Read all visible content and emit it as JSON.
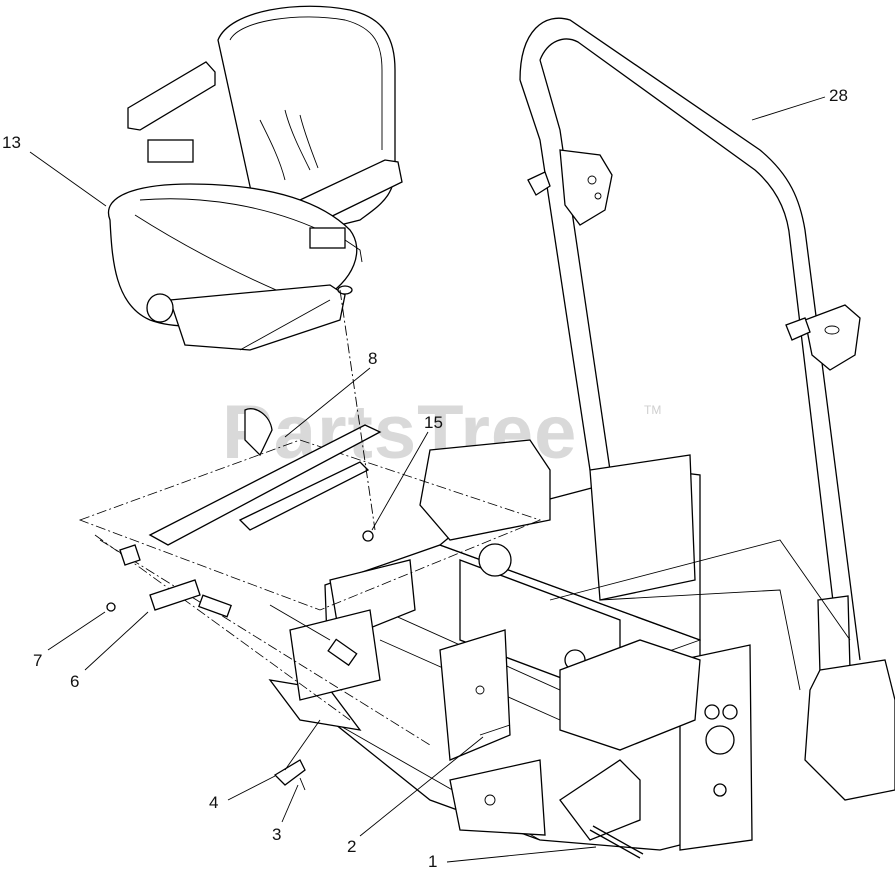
{
  "watermark": {
    "text": "PartsTree",
    "mark": "TM"
  },
  "callouts": [
    {
      "id": "1",
      "text": "1"
    },
    {
      "id": "2",
      "text": "2"
    },
    {
      "id": "3",
      "text": "3"
    },
    {
      "id": "4",
      "text": "4"
    },
    {
      "id": "6",
      "text": "6"
    },
    {
      "id": "7",
      "text": "7"
    },
    {
      "id": "8",
      "text": "8"
    },
    {
      "id": "13",
      "text": "13"
    },
    {
      "id": "15",
      "text": "15"
    },
    {
      "id": "28",
      "text": "28"
    }
  ],
  "colors": {
    "line": "#000000",
    "background": "#ffffff",
    "watermark": "#d9d9d9"
  }
}
